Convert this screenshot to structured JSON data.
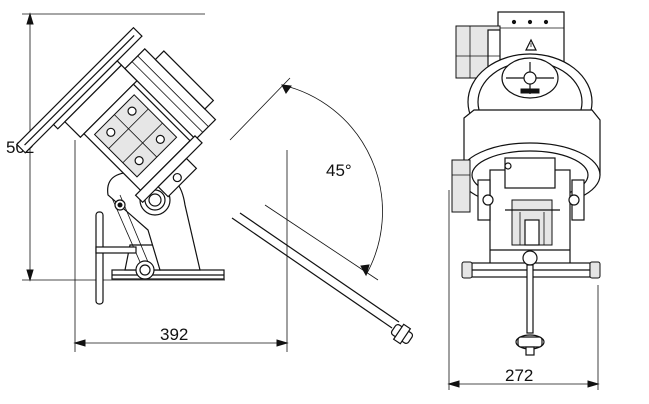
{
  "dimensions": {
    "height": "502",
    "side_width": "392",
    "angle": "45°",
    "front_width": "272"
  },
  "icons": {
    "warning": "warning-triangle-icon"
  }
}
